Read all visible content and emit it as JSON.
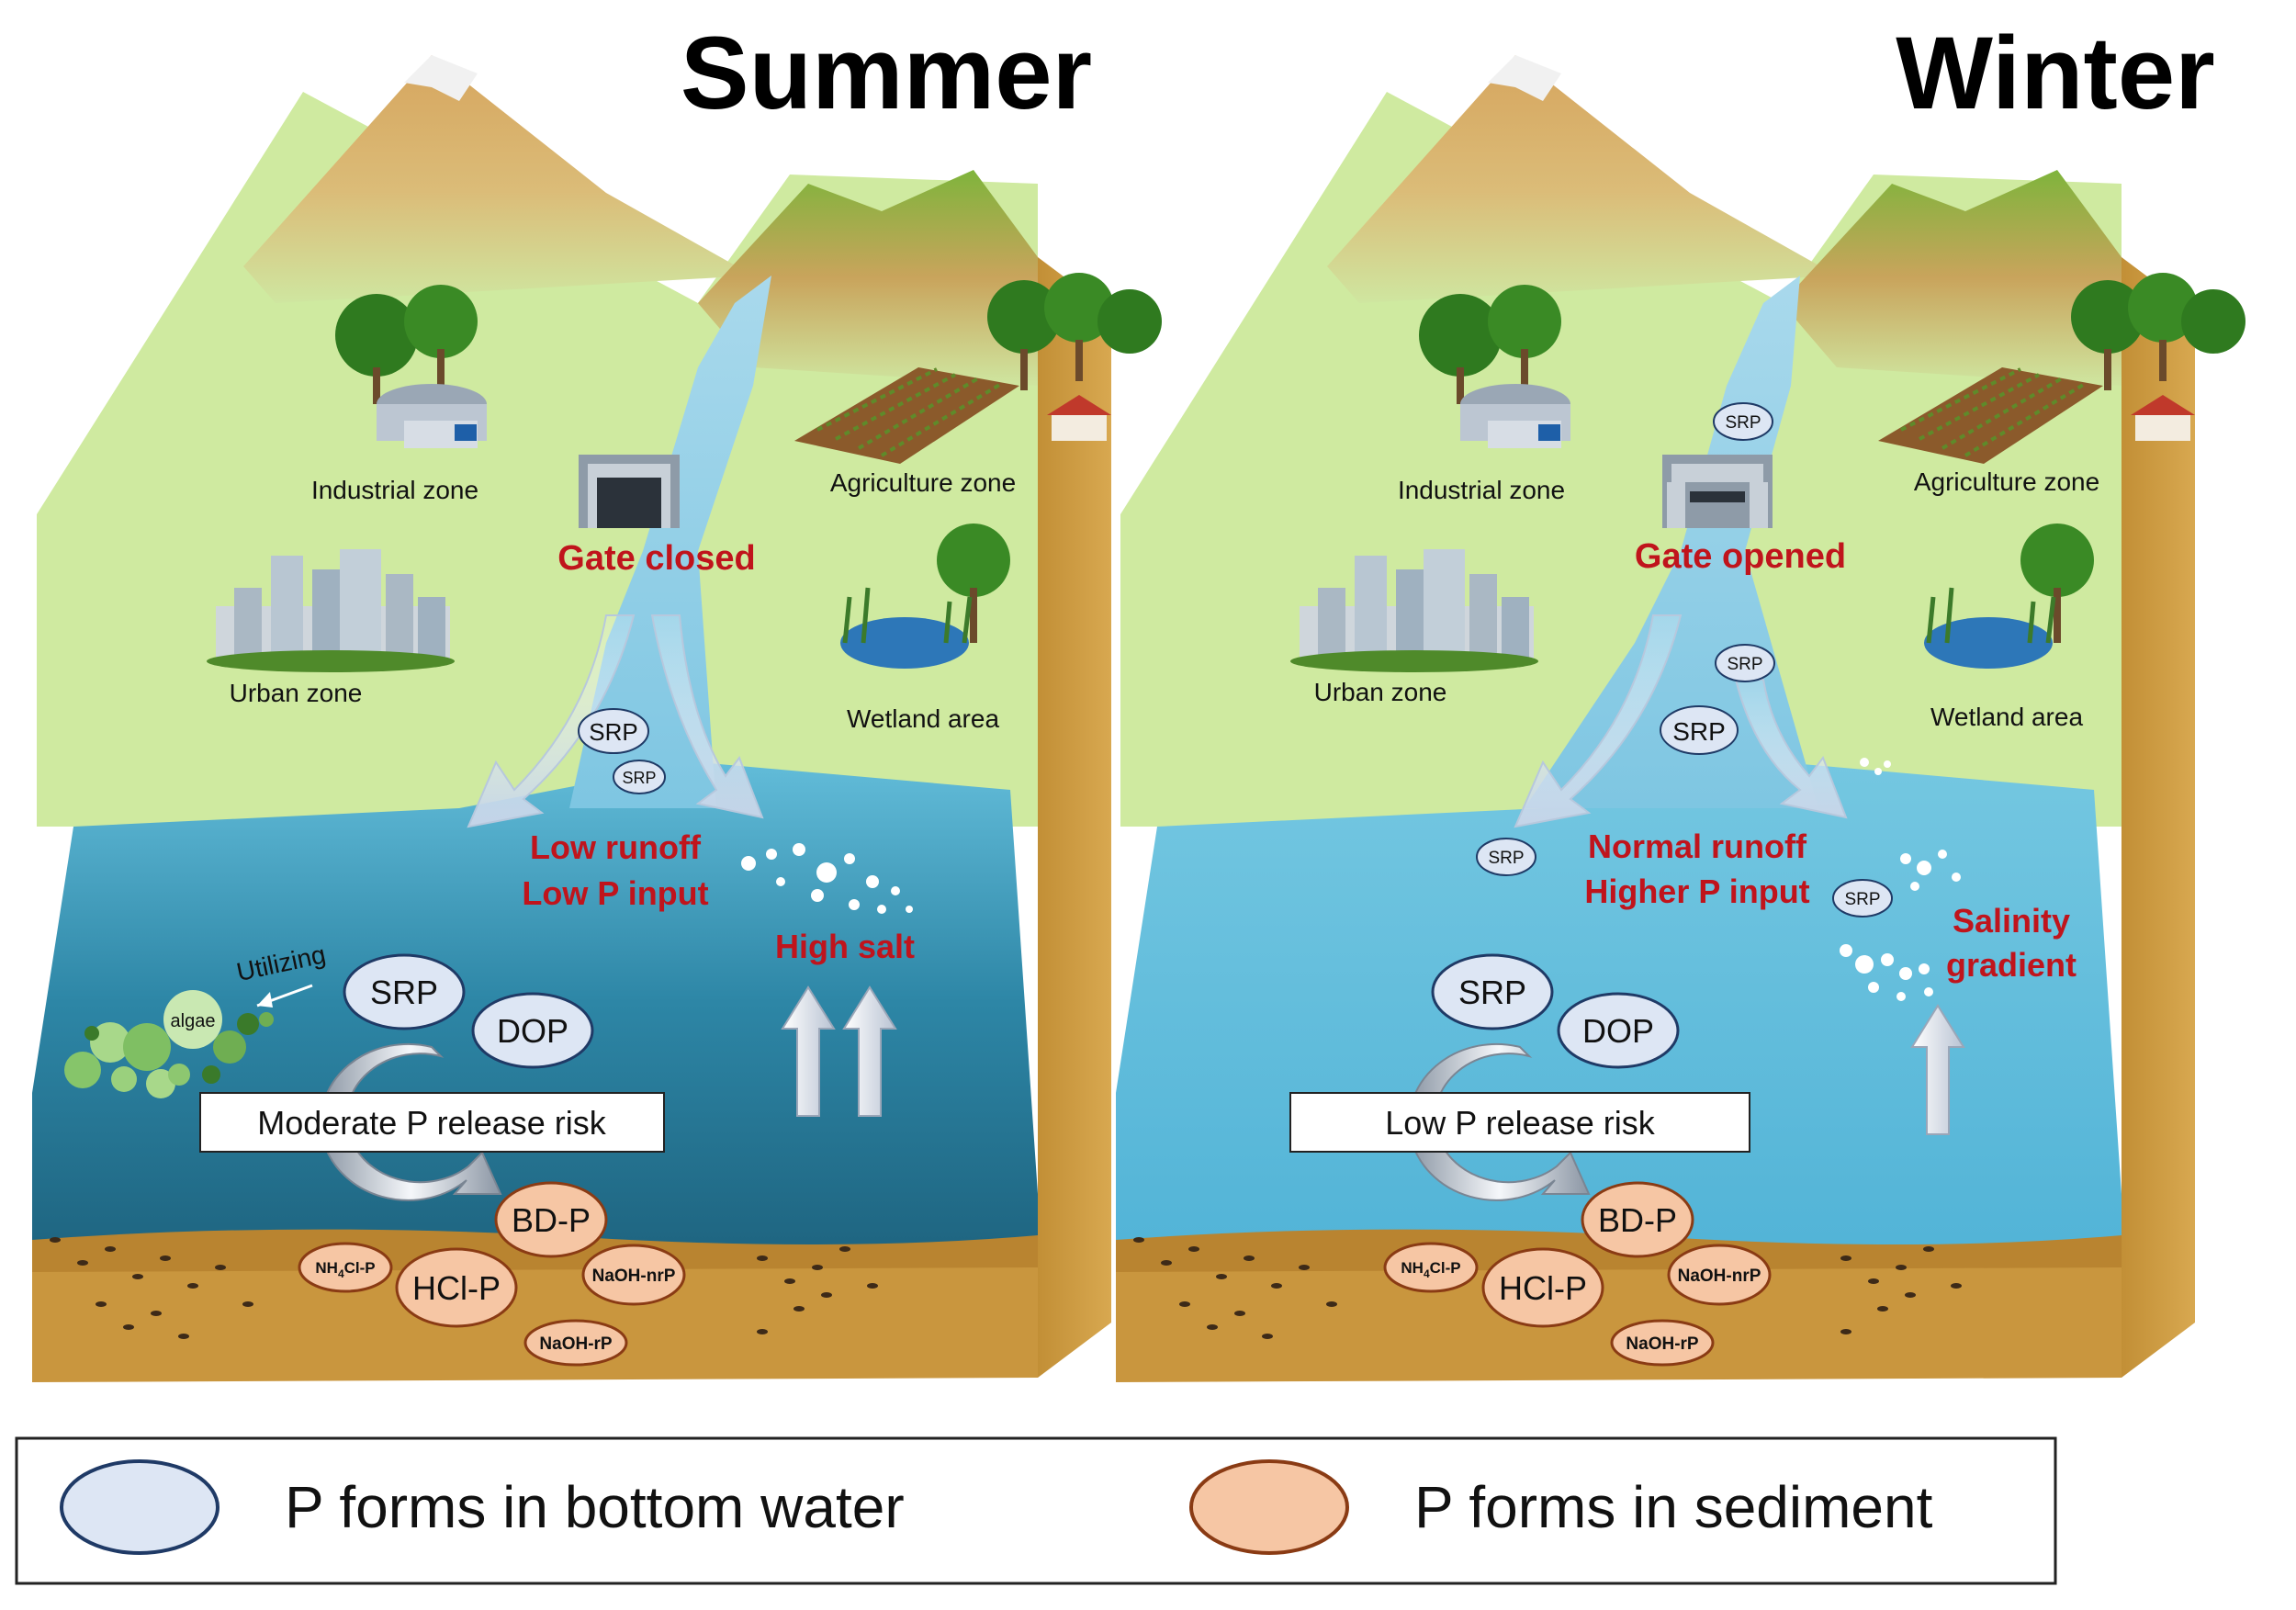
{
  "panels": [
    {
      "key": "summer",
      "season": "Summer",
      "zones": {
        "industrial": "Industrial zone",
        "agriculture": "Agriculture zone",
        "urban": "Urban zone",
        "wetland": "Wetland area"
      },
      "gate_status": "Gate closed",
      "runoff_line1": "Low runoff",
      "runoff_line2": "Low P input",
      "salt_line1": "High salt",
      "salt_line2": "",
      "utilizing": "Utilizing",
      "algae": "algae",
      "risk": "Moderate P release risk",
      "water_forms": {
        "srp_small": "SRP",
        "srp": "SRP",
        "dop": "DOP"
      },
      "sediment_forms": {
        "bdp": "BD-P",
        "hclp": "HCl-P",
        "naoh_nrp": "NaOH-nrP",
        "naoh_rp": "NaOH-rP",
        "nh4clp_main": "NH",
        "nh4clp_sub": "4",
        "nh4clp_tail": "Cl-P"
      }
    },
    {
      "key": "winter",
      "season": "Winter",
      "zones": {
        "industrial": "Industrial zone",
        "agriculture": "Agriculture zone",
        "urban": "Urban zone",
        "wetland": "Wetland area"
      },
      "gate_status": "Gate opened",
      "runoff_line1": "Normal runoff",
      "runoff_line2": "Higher P input",
      "salt_line1": "Salinity",
      "salt_line2": "gradient",
      "risk": "Low P release risk",
      "water_forms": {
        "srp_small": "SRP",
        "srp": "SRP",
        "dop": "DOP"
      },
      "sediment_forms": {
        "bdp": "BD-P",
        "hclp": "HCl-P",
        "naoh_nrp": "NaOH-nrP",
        "naoh_rp": "NaOH-rP",
        "nh4clp_main": "NH",
        "nh4clp_sub": "4",
        "nh4clp_tail": "Cl-P"
      }
    }
  ],
  "legend": {
    "water": "P forms in bottom water",
    "sediment": "P forms in sediment"
  },
  "colors": {
    "sky_green": "#cfeaa0",
    "mountain": "#d9b06a",
    "summer_water_top": "#5db8d6",
    "summer_water_deep": "#1f6680",
    "winter_water": "#6cc4df",
    "sediment": "#c9963e",
    "label_red": "#c0141c",
    "water_ellipse_fill": "#dde6f4",
    "water_ellipse_stroke": "#1f3a66",
    "sediment_ellipse_fill": "#f6c6a4",
    "sediment_ellipse_stroke": "#8a3b14"
  }
}
